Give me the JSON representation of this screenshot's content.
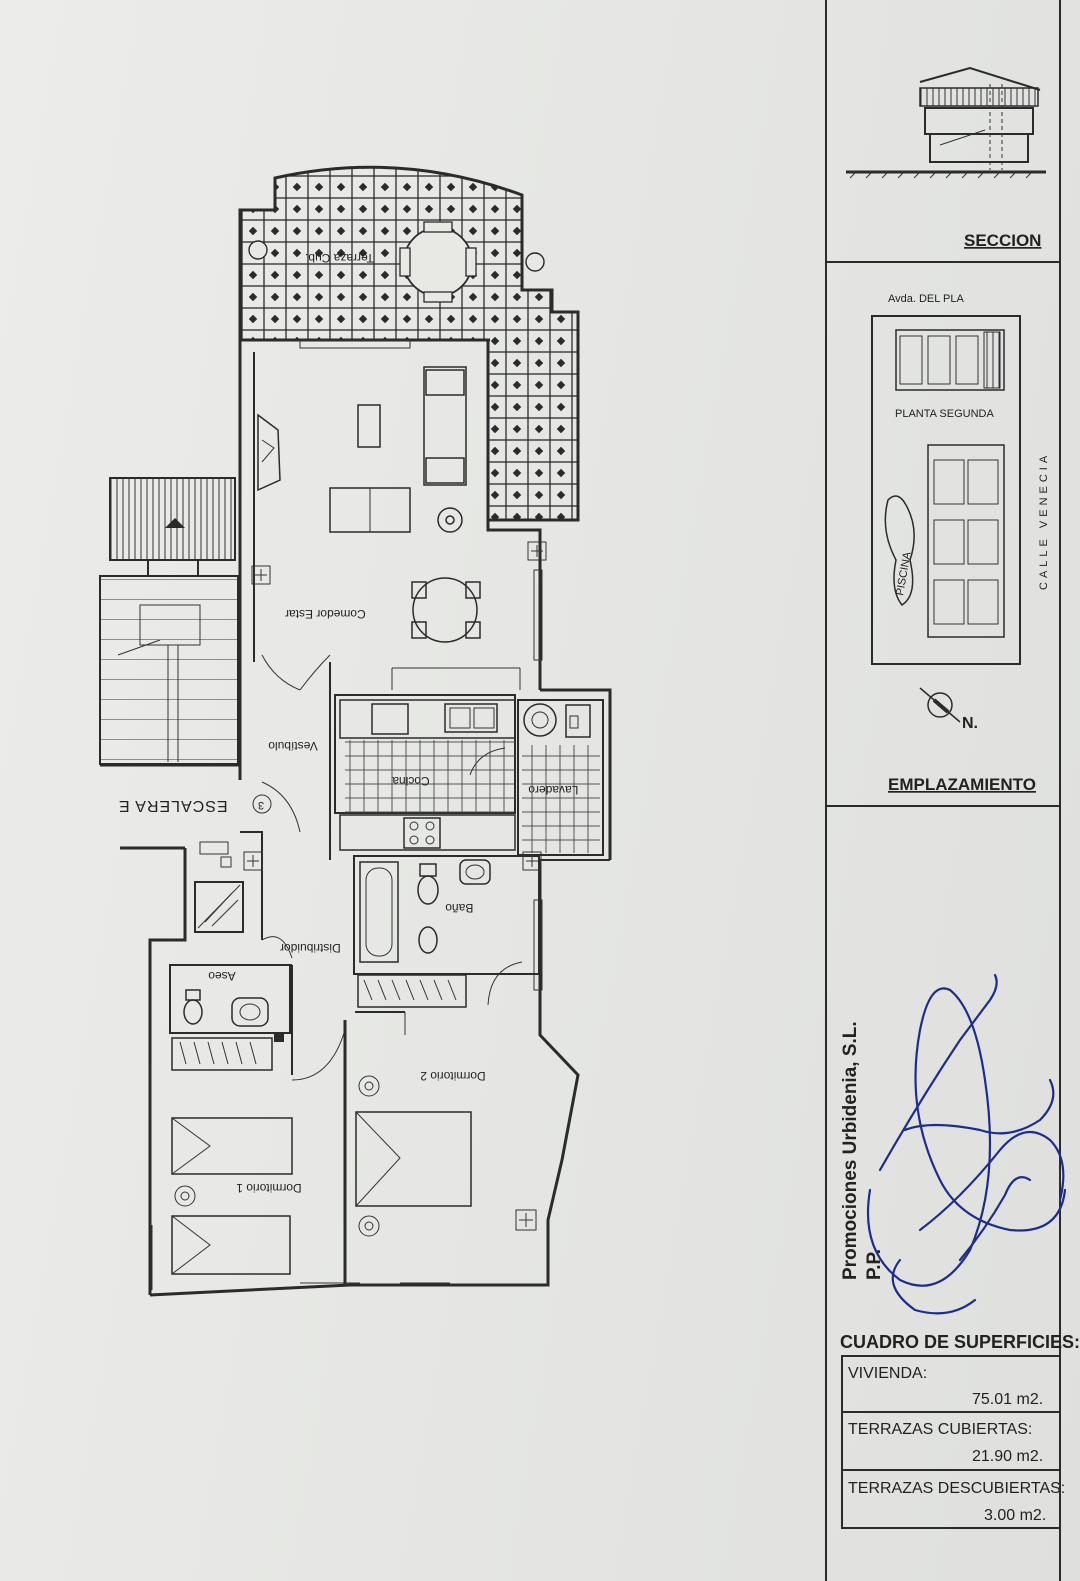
{
  "plan": {
    "rooms": {
      "terraza": "Terraza Cub.",
      "comedor": "Comedor Estar",
      "vestibulo": "Vestíbulo",
      "cocina": "Cocina",
      "lavadero": "Lavadero",
      "bano": "Baño",
      "distribuidor": "Distribuidor",
      "aseo": "Aseo",
      "dormitorio1": "Dormitorio 1",
      "dormitorio2": "Dormitorio 2"
    },
    "escalera": "ESCALERA E",
    "escalera_num": "3"
  },
  "panel": {
    "seccion": "SECCION",
    "emplazamiento": {
      "title": "EMPLAZAMIENTO",
      "avda": "Avda. DEL PLA",
      "planta": "PLANTA SEGUNDA",
      "calle": "CALLE VENECIA",
      "piscina": "PISCINA",
      "north": "N."
    },
    "promotor": "Promociones Urbidenia, S.L.",
    "pp": "P.P.",
    "cuadro": {
      "title": "CUADRO DE SUPERFICIES:",
      "rows": [
        {
          "label": "VIVIENDA:",
          "value": "75.01 m2."
        },
        {
          "label": "TERRAZAS CUBIERTAS:",
          "value": "21.90 m2."
        },
        {
          "label": "TERRAZAS DESCUBIERTAS:",
          "value": "3.00 m2."
        }
      ]
    }
  },
  "colors": {
    "ink": "#2b2b2b",
    "signature": "#1c2d8f",
    "paper": "#e9eae6"
  }
}
